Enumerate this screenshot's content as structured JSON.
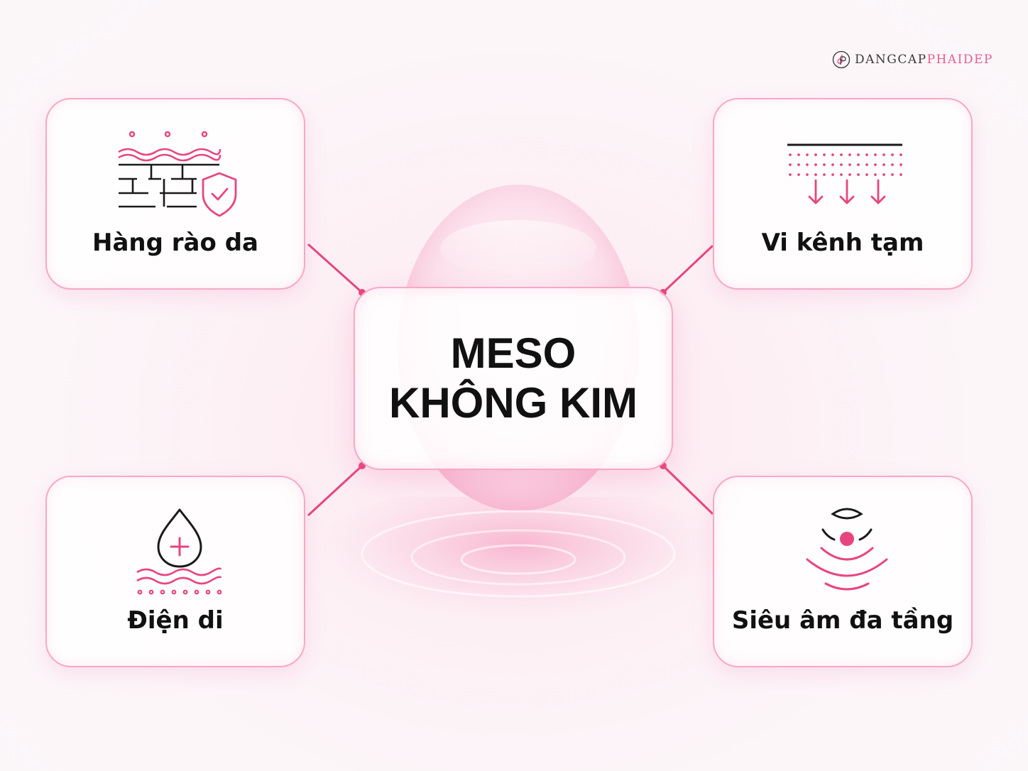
{
  "brand": {
    "prefix": "DANGCAP",
    "suffix": "PHAIDEP",
    "mark": "dp-monogram"
  },
  "center": {
    "line1": "MESO",
    "line2": "KHÔNG KIM"
  },
  "nodes": [
    {
      "label": "Hàng rào da",
      "icon": "skin-barrier-shield-icon"
    },
    {
      "label": "Vi kênh tạm",
      "icon": "micro-channel-arrows-icon"
    },
    {
      "label": "Điện di",
      "icon": "droplet-plus-icon"
    },
    {
      "label": "Siêu âm đa tầng",
      "icon": "ultrasound-waves-icon"
    }
  ],
  "colors": {
    "accent": "#e8457f",
    "border": "#f7a8c7",
    "text": "#111111"
  }
}
